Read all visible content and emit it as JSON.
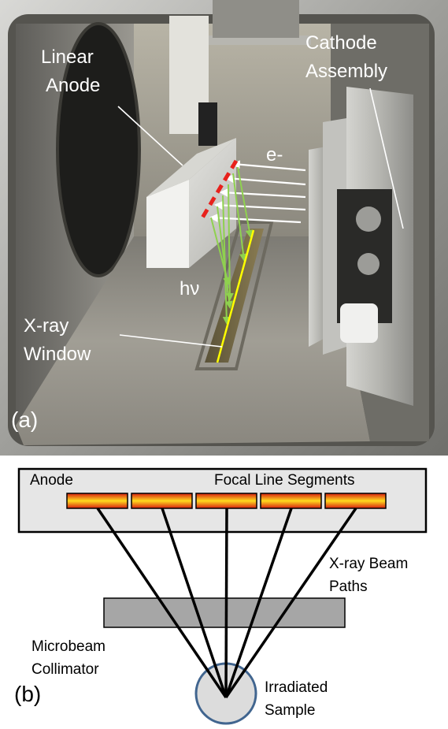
{
  "panel_a": {
    "tag": "(a)",
    "labels": {
      "linear_anode_1": "Linear",
      "linear_anode_2": "Anode",
      "cathode_1": "Cathode",
      "cathode_2": "Assembly",
      "electron": "e-",
      "photon": "hν",
      "xray_window_1": "X-ray",
      "xray_window_2": "Window"
    },
    "colors": {
      "electron_arrows": "#ffffff",
      "focal_line_dashes": "#e8211c",
      "photon_rays": "#8fd14f",
      "window_line": "#ffff00",
      "label_text": "#ffffff"
    }
  },
  "panel_b": {
    "tag": "(b)",
    "labels": {
      "anode": "Anode",
      "focal_segments": "Focal Line Segments",
      "beam_paths_1": "X-ray Beam",
      "beam_paths_2": "Paths",
      "collimator_1": "Microbeam",
      "collimator_2": "Collimator",
      "sample_1": "Irradiated",
      "sample_2": "Sample"
    },
    "segment_count": 5,
    "colors": {
      "anode_fill": "#e6e6e6",
      "collimator_fill": "#a6a6a6",
      "sample_fill": "#dcdcdc",
      "sample_stroke": "#41658f",
      "segment_center": "#ffdc1e",
      "segment_edge": "#d81e10"
    }
  }
}
